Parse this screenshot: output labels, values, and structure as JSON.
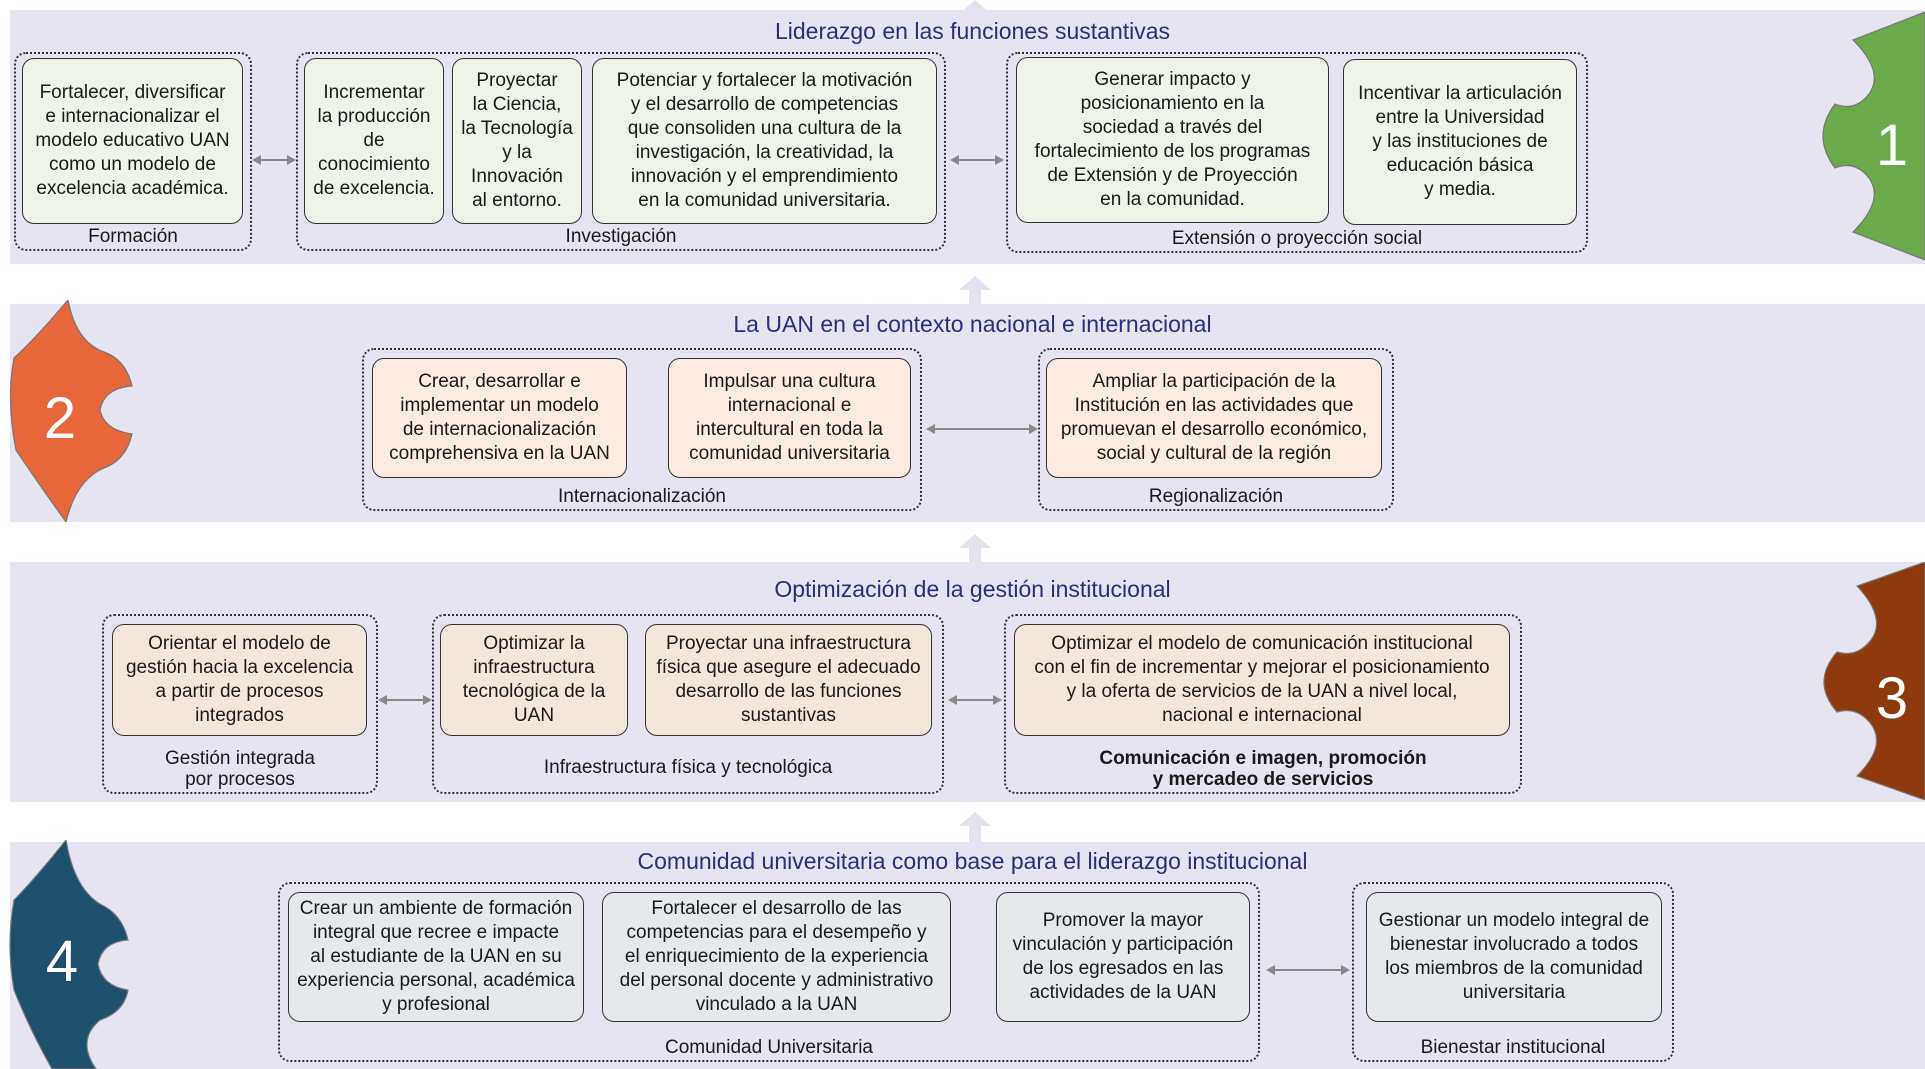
{
  "colors": {
    "band": "#e6e4f0",
    "title": "#2a2f7a",
    "gear1": "#6aaa4a",
    "gear2": "#e8673a",
    "gear3": "#8f3a0e",
    "gear4": "#1d4f6e"
  },
  "s1": {
    "title": "Liderazgo en las funciones sustantivas",
    "num": "1",
    "g1": "Formación",
    "g2": "Investigación",
    "g3": "Extensión o proyección social",
    "b1": "Fortalecer, diversificar\ne internacionalizar el\nmodelo educativo UAN\ncomo un modelo de\nexcelencia académica.",
    "b2": "Incrementar\nla producción\nde\nconocimiento\nde excelencia.",
    "b3": "Proyectar\nla Ciencia,\nla Tecnología\ny la\nInnovación\nal entorno.",
    "b4": "Potenciar y fortalecer la motivación\ny el desarrollo de competencias\nque consoliden una cultura de la\ninvestigación, la creatividad, la\ninnovación y el emprendimiento\nen la comunidad universitaria.",
    "b5": "Generar impacto y\nposicionamiento en la\nsociedad a través del\nfortalecimiento de los programas\nde Extensión y de Proyección\nen la comunidad.",
    "b6": "Incentivar la articulación\nentre la Universidad\ny las instituciones de\neducación básica\ny media."
  },
  "s2": {
    "title": "La UAN en el contexto nacional e internacional",
    "num": "2",
    "g1": "Internacionalización",
    "g2": "Regionalización",
    "b1": "Crear, desarrollar e\nimplementar un modelo\nde internacionalización\ncomprehensiva en la UAN",
    "b2": "Impulsar una cultura\ninternacional e\nintercultural en toda la\ncomunidad universitaria",
    "b3": "Ampliar la participación de la\nInstitución en las actividades que\npromuevan el desarrollo económico,\nsocial y cultural de la región"
  },
  "s3": {
    "title": "Optimización de la gestión institucional",
    "num": "3",
    "g1": "Gestión integrada\npor procesos",
    "g2": "Infraestructura física y tecnológica",
    "g3": "Comunicación e imagen, promoción\ny mercadeo de servicios",
    "b1": "Orientar el modelo de\ngestión hacia la excelencia\na partir de procesos\nintegrados",
    "b2": "Optimizar la\ninfraestructura\ntecnológica de la\nUAN",
    "b3": "Proyectar una infraestructura\nfísica que asegure el adecuado\ndesarrollo de las funciones\nsustantivas",
    "b4": "Optimizar el modelo de comunicación institucional\ncon el fin de incrementar y mejorar el posicionamiento\ny la oferta de servicios de la UAN a nivel local,\nnacional e internacional"
  },
  "s4": {
    "title": "Comunidad universitaria como base para el liderazgo institucional",
    "num": "4",
    "g1": "Comunidad Universitaria",
    "g2": "Bienestar institucional",
    "b1": "Crear un ambiente de formación\nintegral que recree e impacte\nal estudiante de la UAN en su\nexperiencia personal, académica\ny profesional",
    "b2": "Fortalecer el desarrollo de las\ncompetencias para el desempeño y\nel enriquecimiento de la experiencia\ndel personal docente y administrativo\nvinculado a la UAN",
    "b3": "Promover la mayor\nvinculación y participación\nde los egresados en las\nactividades de la UAN",
    "b4": "Gestionar un modelo integral de\nbienestar involucrado a todos\nlos miembros de la comunidad\nuniversitaria"
  }
}
